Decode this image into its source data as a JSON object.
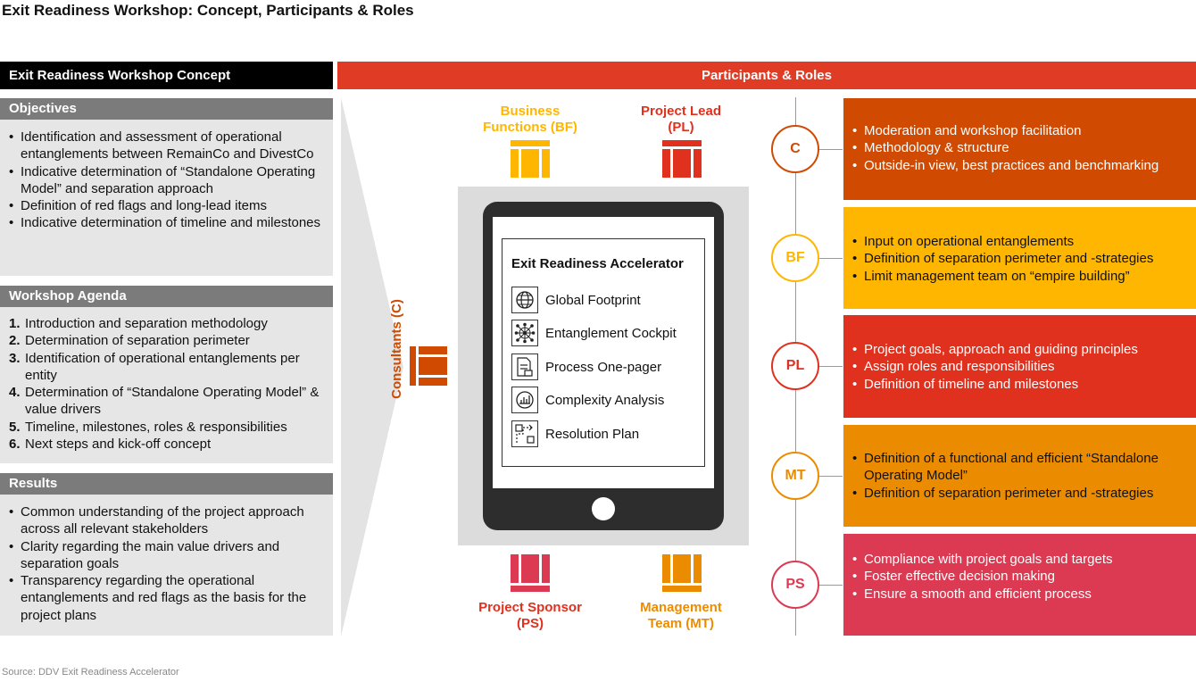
{
  "title": "Exit Readiness Workshop: Concept, Participants & Roles",
  "left_panel": {
    "header": "Exit Readiness Workshop Concept",
    "objectives": {
      "header": "Objectives",
      "items": [
        "Identification and assessment of operational entanglements between RemainCo and DivestCo",
        "Indicative determination of “Standalone Operating Model” and separation approach",
        "Definition of red flags and long-lead items",
        "Indicative determination of timeline and milestones"
      ]
    },
    "agenda": {
      "header": "Workshop Agenda",
      "items": [
        {
          "num": "1.",
          "text": "Introduction and separation methodology"
        },
        {
          "num": "2.",
          "text": "Determination of separation perimeter"
        },
        {
          "num": "3.",
          "text": "Identification of operational entanglements per entity"
        },
        {
          "num": "4.",
          "text": "Determination of “Standalone Operating Model” & value drivers"
        },
        {
          "num": "5.",
          "text": "Timeline, milestones, roles & responsibilities"
        },
        {
          "num": "6.",
          "text": "Next steps and kick-off concept"
        }
      ]
    },
    "results": {
      "header": "Results",
      "items": [
        "Common understanding of the project approach across all relevant stakeholders",
        "Clarity regarding the main value drivers and separation goals",
        "Transparency regarding the operational entanglements and red flags as the basis for the project plans"
      ]
    }
  },
  "right_panel": {
    "header": "Participants & Roles",
    "participants": {
      "business_functions": "Business Functions (BF)",
      "project_lead": "Project Lead (PL)",
      "consultants": "Consultants (C)",
      "project_sponsor": "Project Sponsor (PS)",
      "management_team": "Management Team (MT)"
    },
    "tablet": {
      "title": "Exit Readiness Accelerator",
      "items": [
        {
          "label": "Global Footprint",
          "icon": "globe-icon"
        },
        {
          "label": "Entanglement Cockpit",
          "icon": "network-icon"
        },
        {
          "label": "Process One-pager",
          "icon": "document-process-icon"
        },
        {
          "label": "Complexity Analysis",
          "icon": "chart-analysis-icon"
        },
        {
          "label": "Resolution Plan",
          "icon": "path-plan-icon"
        }
      ]
    },
    "roles": [
      {
        "abbr": "C",
        "color": "#d04a02",
        "items": [
          "Moderation and workshop facilitation",
          "Methodology & structure",
          "Outside-in view, best practices and benchmarking"
        ]
      },
      {
        "abbr": "BF",
        "color": "#ffb600",
        "items": [
          "Input on operational entanglements",
          "Definition of separation perimeter and -strategies",
          "Limit management team on “empire building”"
        ]
      },
      {
        "abbr": "PL",
        "color": "#e0301e",
        "items": [
          "Project goals, approach and guiding principles",
          "Assign roles and responsibilities",
          "Definition of timeline and milestones"
        ]
      },
      {
        "abbr": "MT",
        "color": "#eb8c00",
        "items": [
          "Definition of a functional and efficient “Standalone Operating Model”",
          "Definition of separation perimeter and -strategies"
        ]
      },
      {
        "abbr": "PS",
        "color": "#db3a52",
        "items": [
          "Compliance with project goals and targets",
          "Foster effective decision making",
          "Ensure a smooth and efficient process"
        ]
      }
    ]
  },
  "source": "Source: DDV Exit Readiness Accelerator"
}
